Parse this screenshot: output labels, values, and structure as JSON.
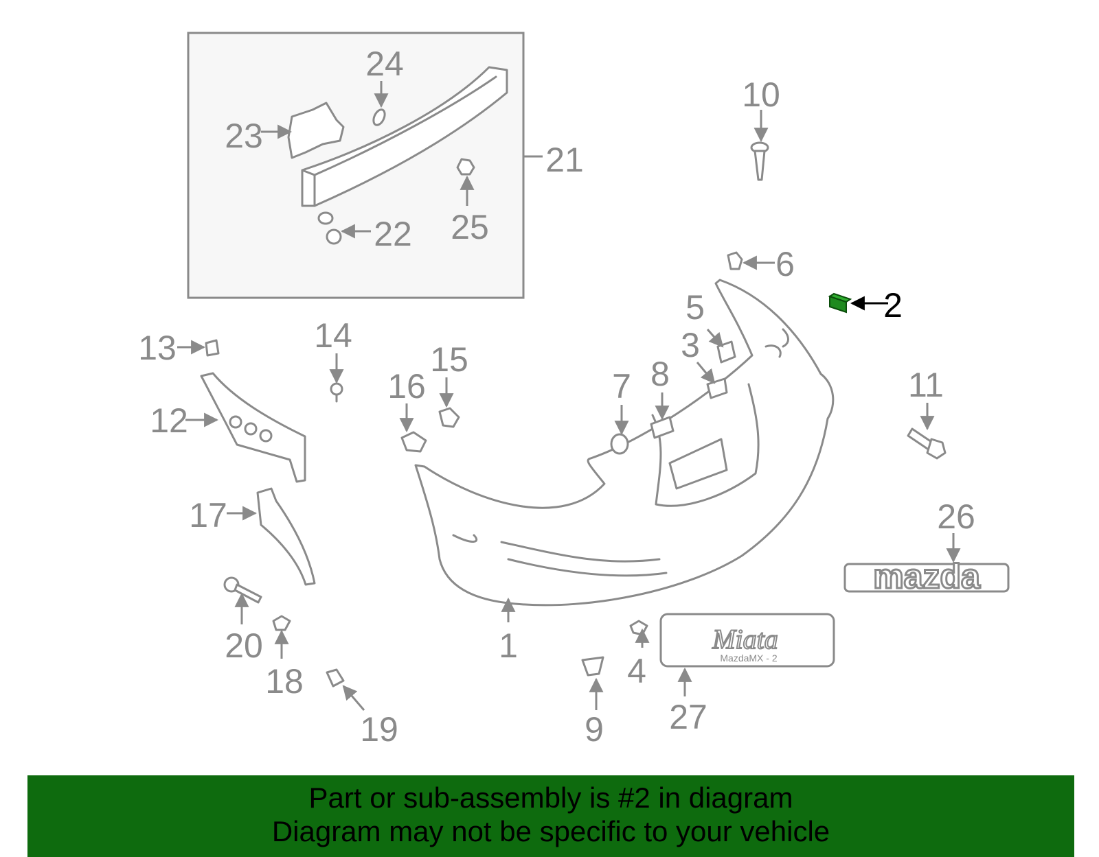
{
  "diagram": {
    "callouts": [
      "1",
      "2",
      "3",
      "4",
      "5",
      "6",
      "7",
      "8",
      "9",
      "10",
      "11",
      "12",
      "13",
      "14",
      "15",
      "16",
      "17",
      "18",
      "19",
      "20",
      "21",
      "22",
      "23",
      "24",
      "25",
      "26",
      "27"
    ],
    "highlighted_callout": "2",
    "emblems": {
      "brand": "mazda",
      "model_script": "Miata",
      "model_sub": "MazdaMX - 2"
    }
  },
  "colors": {
    "line_art": "#8a8a8a",
    "highlight_part": "#1f8a1f",
    "highlight_text": "#000000",
    "inset_box_fill": "#f7f7f7",
    "banner_bg": "#0e6b0e",
    "banner_text": "#000000"
  },
  "banner": {
    "line1": "Part or sub-assembly is #2 in diagram",
    "line2": "Diagram may not be specific to your vehicle"
  }
}
